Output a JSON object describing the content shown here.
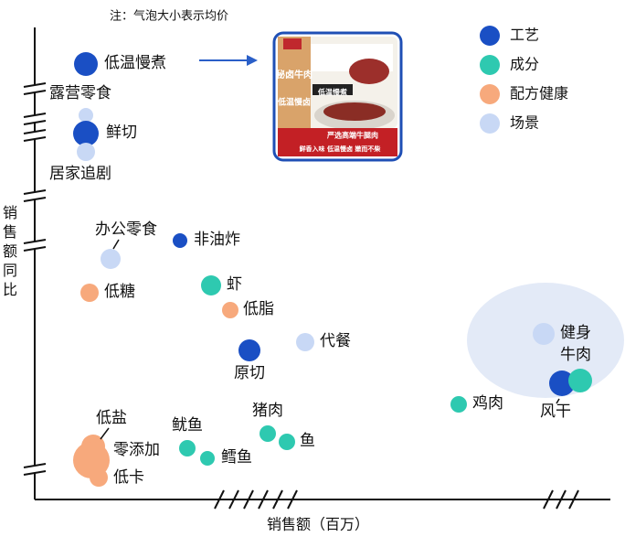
{
  "chart_data": {
    "type": "scatter",
    "note": "注：气泡大小表示均价",
    "xlabel": "销售额（百万）",
    "ylabel": "销售额同比",
    "legend": {
      "placement": "top-right",
      "items": [
        {
          "name": "工艺",
          "color": "#1a4fc4"
        },
        {
          "name": "成分",
          "color": "#2ec9b0"
        },
        {
          "name": "配方健康",
          "color": "#f7a97c"
        },
        {
          "name": "场景",
          "color": "#c8d8f5"
        }
      ]
    },
    "points": [
      {
        "label": "低温慢煮",
        "category": "工艺"
      },
      {
        "label": "露营零食",
        "category": "场景"
      },
      {
        "label": "鲜切",
        "category": "工艺"
      },
      {
        "label": "居家追剧",
        "category": "场景"
      },
      {
        "label": "办公零食",
        "category": "场景"
      },
      {
        "label": "非油炸",
        "category": "工艺"
      },
      {
        "label": "低糖",
        "category": "配方健康"
      },
      {
        "label": "虾",
        "category": "成分"
      },
      {
        "label": "低脂",
        "category": "配方健康"
      },
      {
        "label": "原切",
        "category": "工艺"
      },
      {
        "label": "代餐",
        "category": "场景"
      },
      {
        "label": "健身\n牛肉",
        "category": "场景"
      },
      {
        "label": "风干",
        "category": "工艺"
      },
      {
        "label": "牛肉",
        "category": "成分"
      },
      {
        "label": "鸡肉",
        "category": "成分"
      },
      {
        "label": "猪肉",
        "category": "成分"
      },
      {
        "label": "鱼",
        "category": "成分"
      },
      {
        "label": "鱿鱼",
        "category": "成分"
      },
      {
        "label": "鳕鱼",
        "category": "成分"
      },
      {
        "label": "低盐",
        "category": "配方健康"
      },
      {
        "label": "零添加",
        "category": "配方健康"
      },
      {
        "label": "低卡",
        "category": "配方健康"
      }
    ],
    "product_image": {
      "texts": [
        "秘卤牛肉",
        "低温慢卤",
        "低温慢煮",
        "严选高端牛腿肉",
        "鲜香入味 低温慢卤 嫩而不柴"
      ]
    },
    "grid": false
  }
}
